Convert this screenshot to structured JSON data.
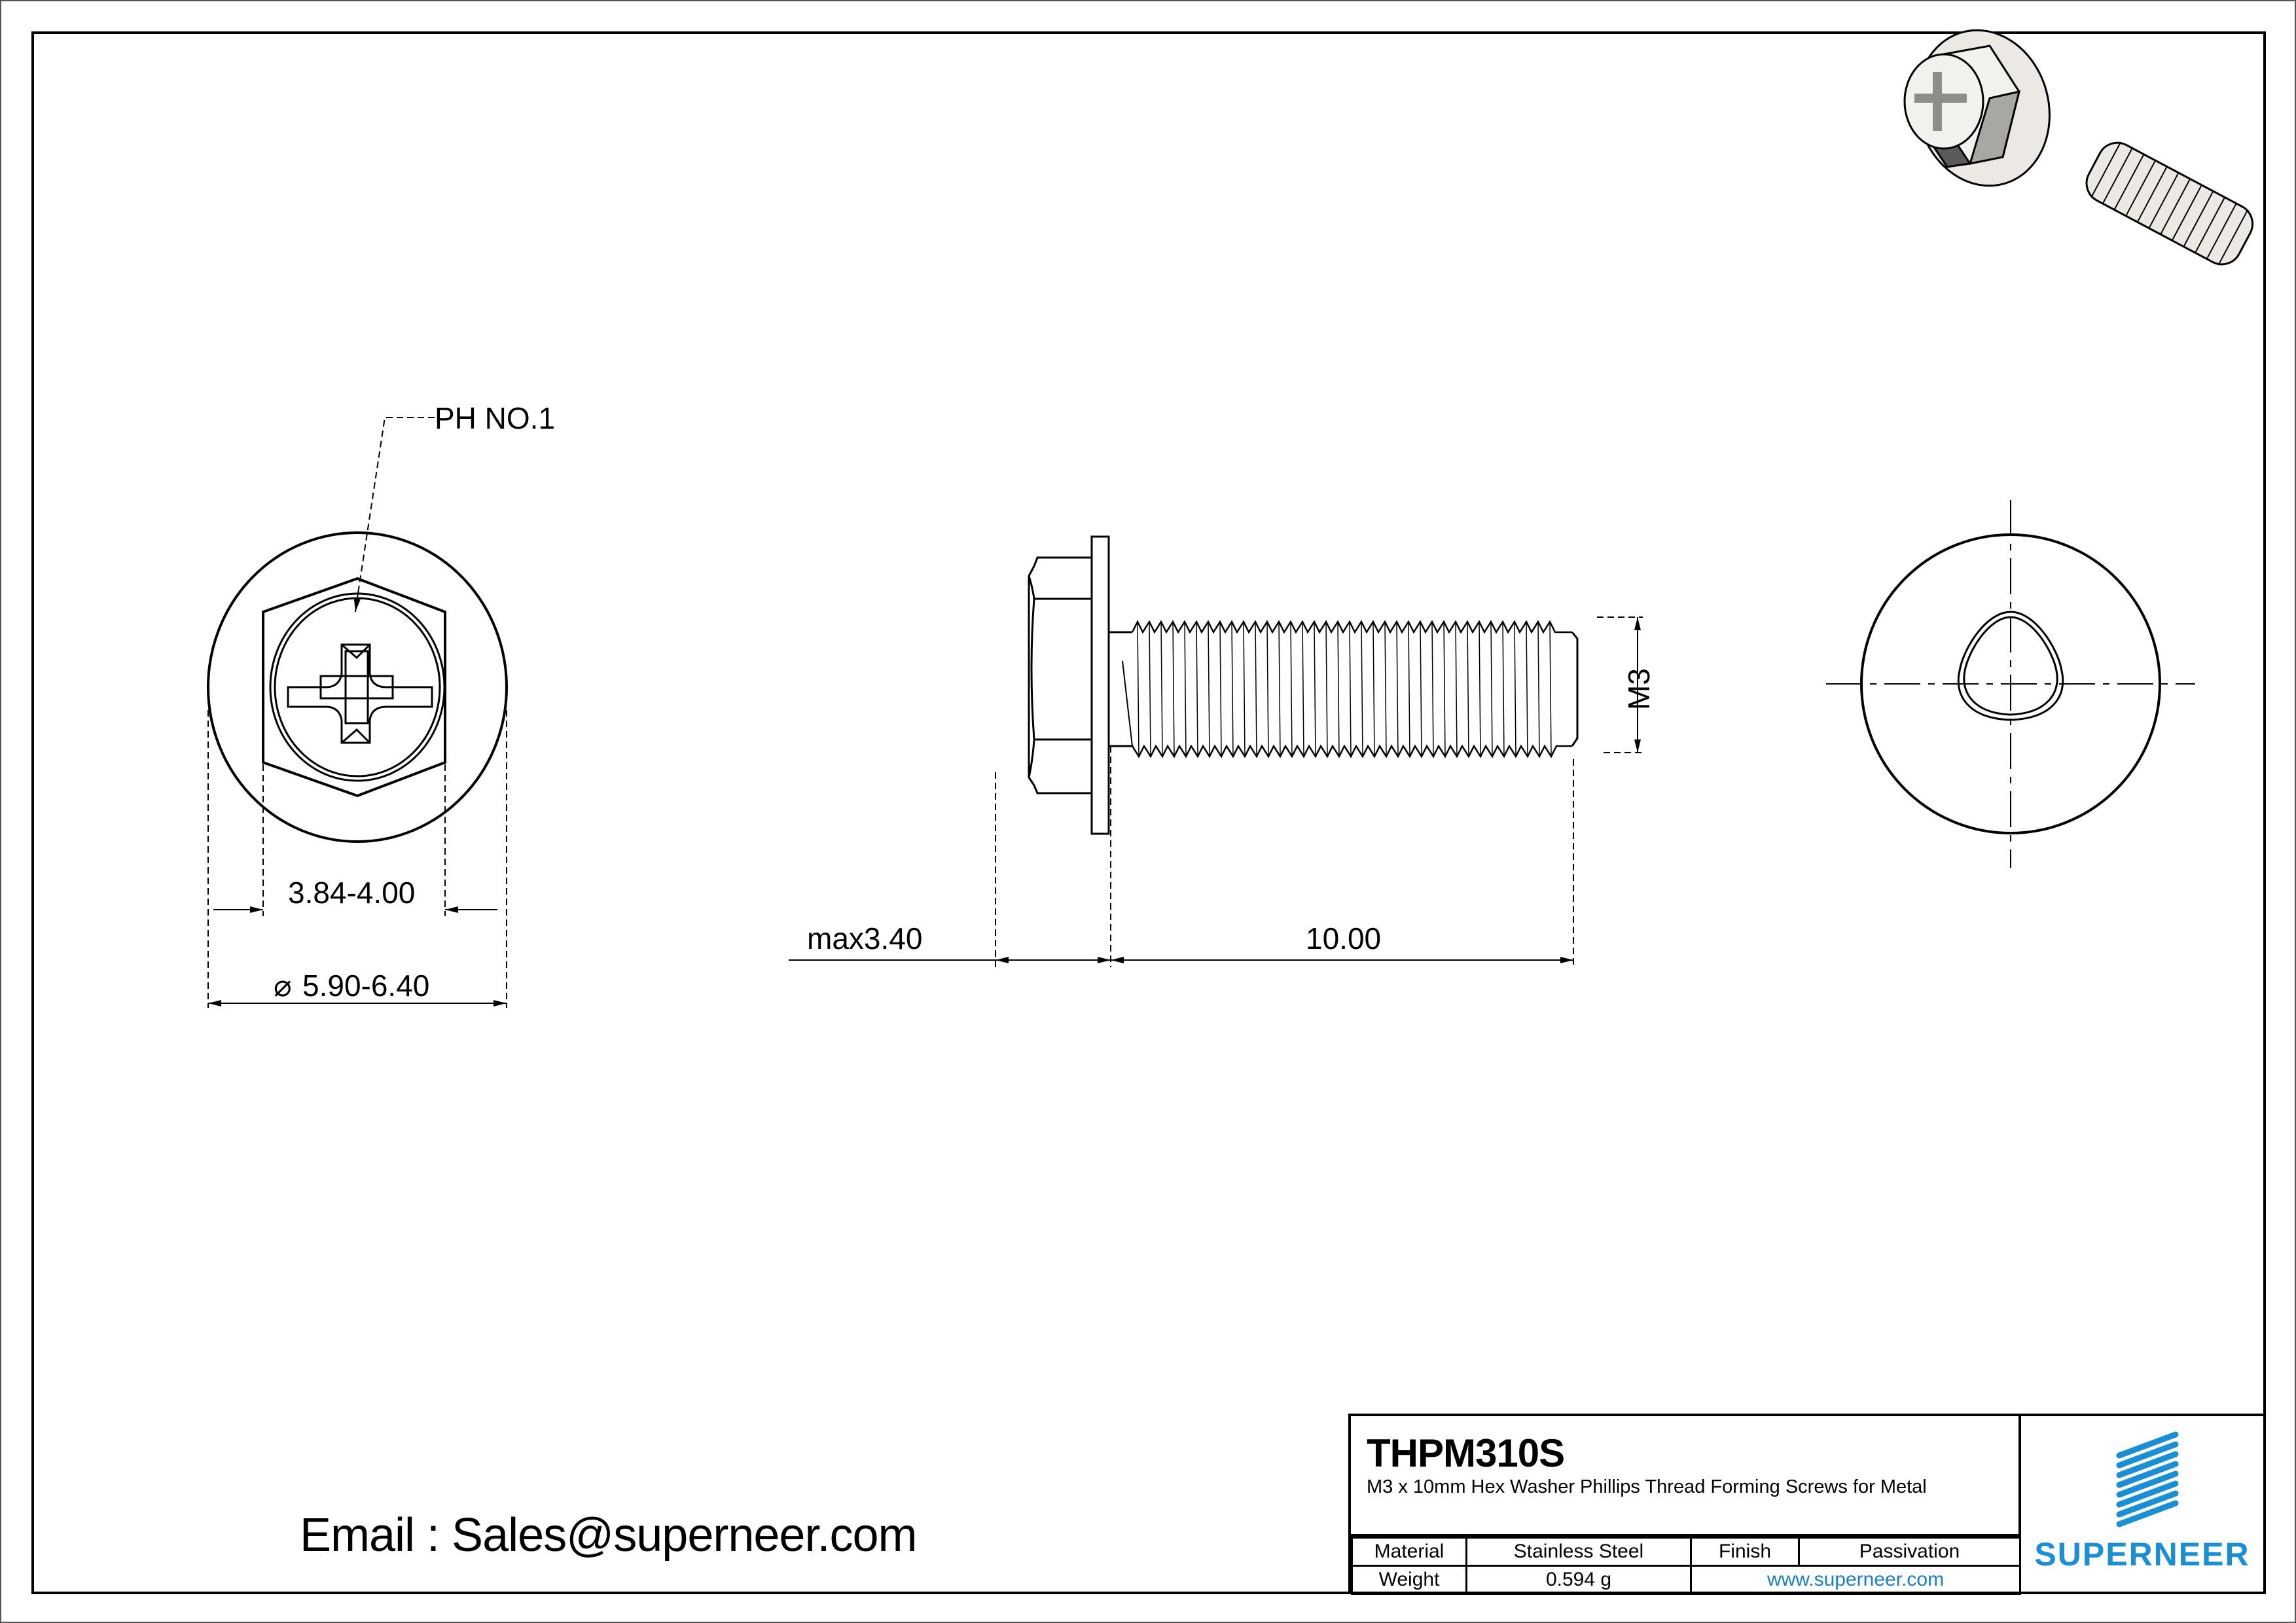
{
  "drawing": {
    "front_view": {
      "callout": "PH NO.1",
      "dim_hex": "3.84-4.00",
      "dim_washer": "5.90-6.40",
      "diameter_symbol": "⌀"
    },
    "side_view": {
      "dim_head": "max3.40",
      "dim_length": "10.00",
      "dim_thread": "M3"
    }
  },
  "email": "Email : Sales@superneer.com",
  "title_block": {
    "part_number": "THPM310S",
    "description": "M3 x 10mm Hex Washer Phillips Thread Forming Screws for Metal",
    "material_label": "Material",
    "material_value": "Stainless Steel",
    "finish_label": "Finish",
    "finish_value": "Passivation",
    "weight_label": "Weight",
    "weight_value": "0.594 g",
    "website": "www.superneer.com",
    "brand": "SUPERNEER",
    "brand_color": "#1a8fd6"
  }
}
